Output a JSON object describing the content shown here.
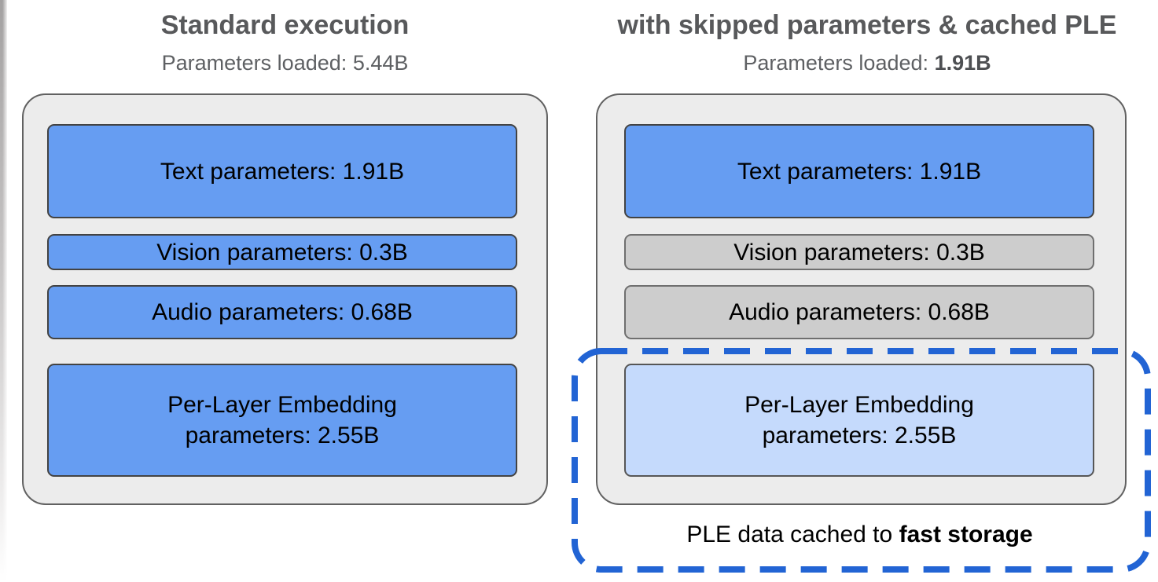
{
  "diagram": {
    "left_panel": {
      "title": "Standard execution",
      "subtitle_label": "Parameters loaded:",
      "subtitle_value": "5.44B",
      "boxes": [
        {
          "label": "Text parameters: 1.91B",
          "variant": "blue-loaded"
        },
        {
          "label": "Vision parameters: 0.3B",
          "variant": "blue-loaded"
        },
        {
          "label": "Audio parameters: 0.68B",
          "variant": "blue-loaded"
        },
        {
          "label": "Per-Layer Embedding parameters: 2.55B",
          "variant": "blue-loaded"
        }
      ]
    },
    "right_panel": {
      "title": "with skipped parameters & cached PLE",
      "subtitle_label": "Parameters loaded:",
      "subtitle_value": "1.91B",
      "boxes": [
        {
          "label": "Text parameters: 1.91B",
          "variant": "blue-loaded"
        },
        {
          "label": "Vision parameters: 0.3B",
          "variant": "gray-skipped"
        },
        {
          "label": "Audio parameters: 0.68B",
          "variant": "gray-skipped"
        },
        {
          "label": "Per-Layer Embedding parameters: 2.55B",
          "variant": "lightblue-cached"
        }
      ],
      "cache_callout_prefix": "PLE data cached to",
      "cache_callout_bold": "fast storage"
    },
    "colors": {
      "loaded_blue": "#669df2",
      "skipped_gray": "#cdcdcd",
      "cached_light_blue": "#c5dafc",
      "container_fill": "#ececec",
      "container_border": "#616161",
      "dashed_outline_blue": "#2264d4",
      "title_gray": "#58595b",
      "box_text": "#000000"
    }
  }
}
